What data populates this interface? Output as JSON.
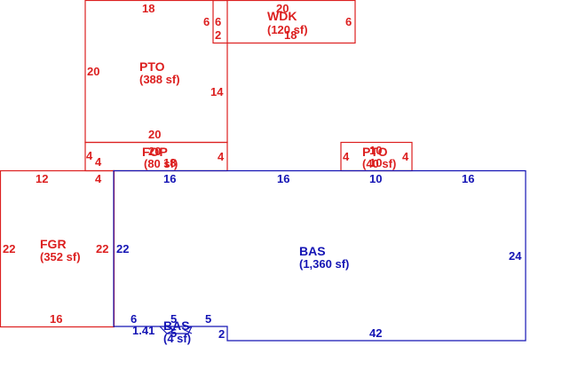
{
  "areas": {
    "wdk": {
      "name": "WDK",
      "size": "(120 sf)",
      "dims": [
        "20",
        "18",
        "6",
        "6",
        "2",
        "6"
      ]
    },
    "pto_main": {
      "name": "PTO",
      "size": "(388 sf)",
      "dims": [
        "18",
        "20",
        "14",
        "20"
      ]
    },
    "fop": {
      "name": "FOP",
      "size": "(80 sf)",
      "dims": [
        "20",
        "4",
        "4",
        "18",
        "4"
      ]
    },
    "pto_small": {
      "name": "PTO",
      "size": "(40 sf)",
      "dims": [
        "10",
        "10",
        "4",
        "4"
      ]
    },
    "fgr": {
      "name": "FGR",
      "size": "(352 sf)",
      "dims": [
        "12",
        "4",
        "22",
        "22",
        "16"
      ]
    },
    "bas_main": {
      "name": "BAS",
      "size": "(1,360 sf)",
      "dims": [
        "16",
        "16",
        "10",
        "16",
        "22",
        "24",
        "42",
        "2",
        "6",
        "5",
        "5"
      ]
    },
    "bas_small": {
      "name": "BAS",
      "size": "(4 sf)",
      "dims": [
        "1.41",
        "5"
      ]
    }
  },
  "colors": {
    "outline_red": "#dc1f1f",
    "outline_blue": "#1414b4"
  }
}
